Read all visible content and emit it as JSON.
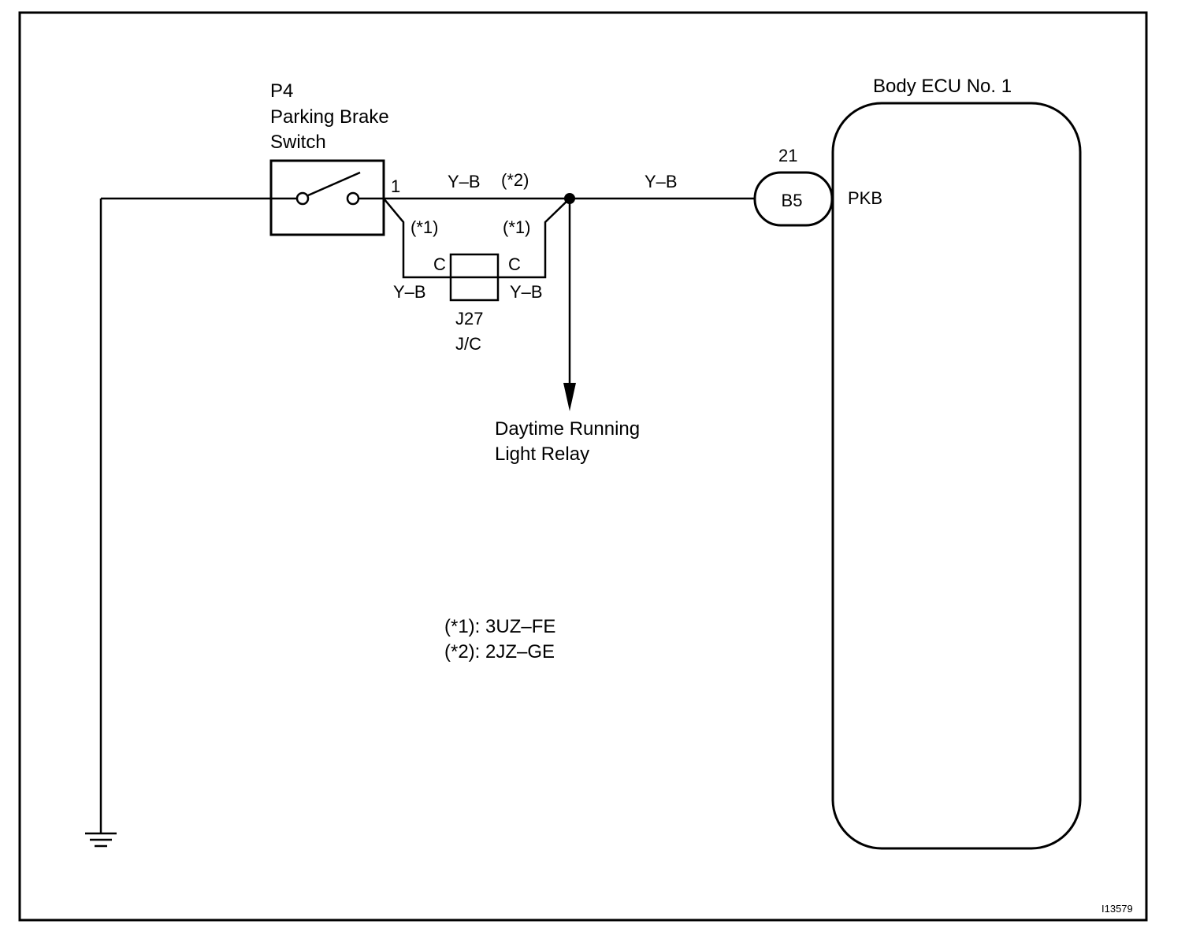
{
  "switch": {
    "code": "P4",
    "name_line1": "Parking Brake",
    "name_line2": "Switch",
    "pin": "1"
  },
  "wires": {
    "main_color": "Y–B",
    "main_note": "(*2)",
    "ecu_side_color": "Y–B",
    "branch_left_color": "Y–B",
    "branch_right_color": "Y–B",
    "branch_left_note": "(*1)",
    "branch_right_note": "(*1)"
  },
  "junction": {
    "pin_left": "C",
    "pin_right": "C",
    "code": "J27",
    "type": "J/C"
  },
  "relay": {
    "line1": "Daytime Running",
    "line2": "Light Relay"
  },
  "ecu": {
    "name": "Body ECU No. 1",
    "pin_number": "21",
    "connector": "B5",
    "terminal": "PKB"
  },
  "notes": {
    "note1": "(*1): 3UZ–FE",
    "note2": "(*2): 2JZ–GE"
  },
  "figure_id": "I13579"
}
